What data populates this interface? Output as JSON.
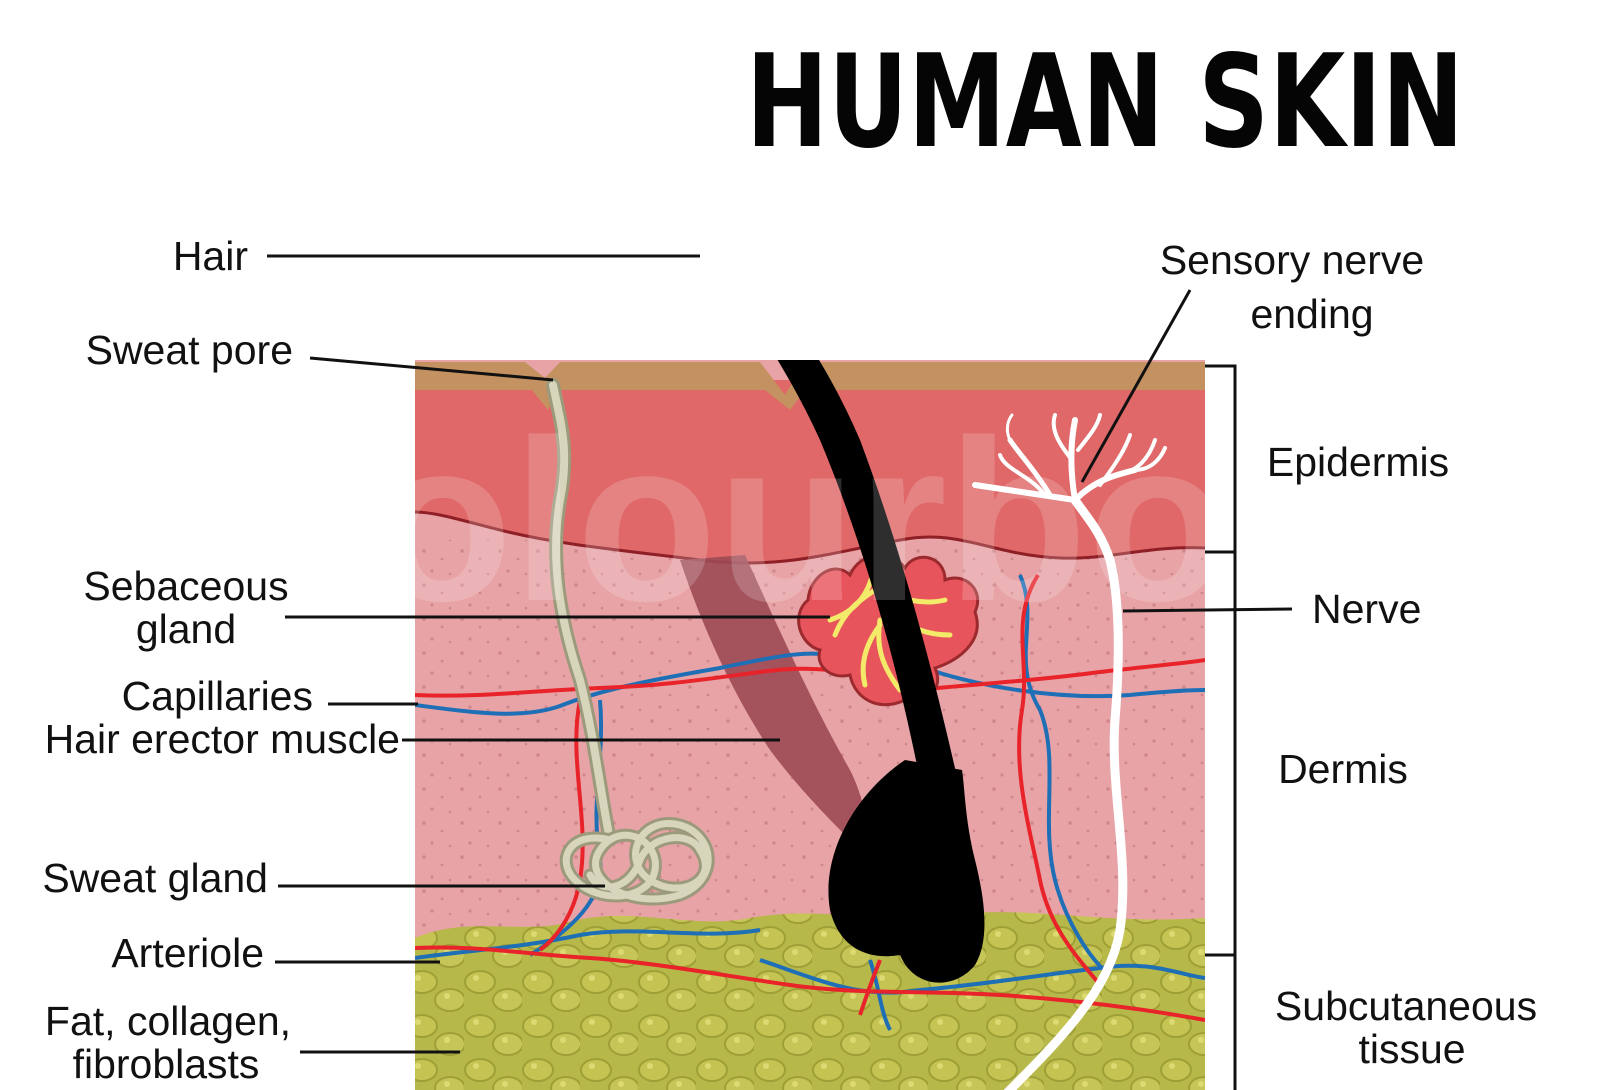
{
  "title": "HUMAN SKIN",
  "watermark": "colourbox",
  "labels": {
    "hair": "Hair",
    "sweat_pore": "Sweat pore",
    "sebaceous_gland_1": "Sebaceous",
    "sebaceous_gland_2": "gland",
    "capillaries": "Capillaries",
    "hair_erector_muscle": "Hair erector muscle",
    "sweat_gland": "Sweat gland",
    "arteriole": "Arteriole",
    "fat_1": "Fat, collagen,",
    "fat_2": "fibroblasts",
    "sensory_nerve_1": "Sensory nerve",
    "sensory_nerve_2": "ending",
    "nerve": "Nerve"
  },
  "layers": {
    "epidermis": "Epidermis",
    "dermis": "Dermis",
    "subcutaneous_1": "Subcutaneous",
    "subcutaneous_2": "tissue"
  },
  "colors": {
    "surface": "#c49160",
    "epidermis": "#e06868",
    "dermis": "#e8a3a6",
    "fat": "#b7b84a",
    "artery": "#e8232a",
    "vein": "#1f6fb6",
    "hair": "#000000",
    "muscle": "#9c4a55",
    "gland": "#e8545b",
    "gland_center": "#f3ea6a",
    "sweat_duct": "#d8d5bd",
    "nerve": "#ffffff"
  }
}
